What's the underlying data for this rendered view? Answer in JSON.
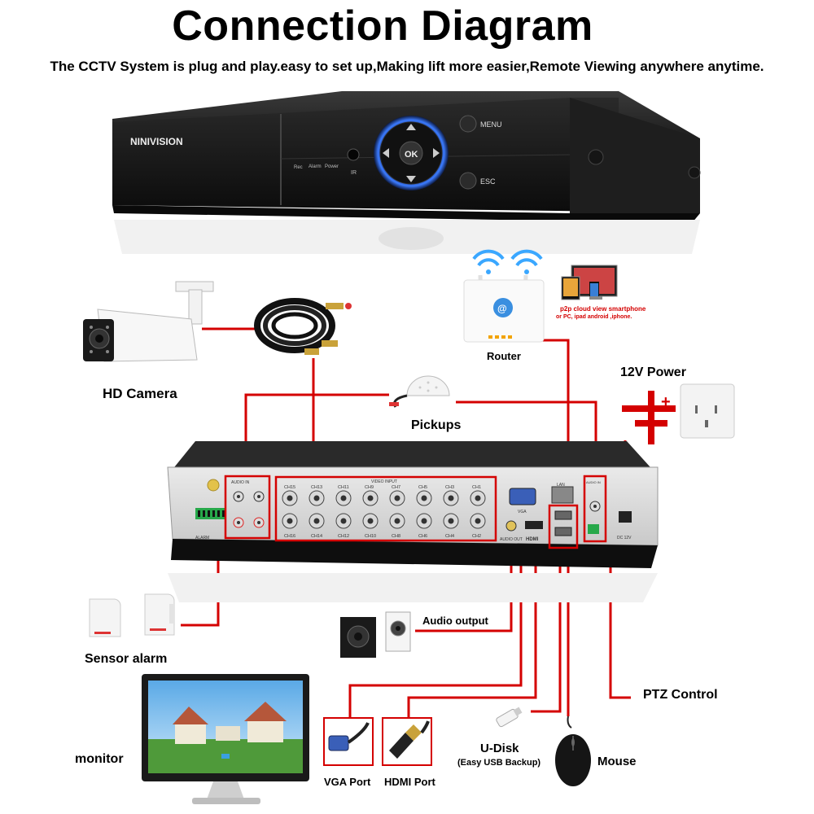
{
  "title": "Connection Diagram",
  "subtitle": "The CCTV System is plug and play.easy to set up,Making lift more easier,Remote Viewing anywhere anytime.",
  "dvr_front": {
    "brand": "NINIVISION",
    "indicators": [
      "Rec",
      "Alarm",
      "Power"
    ],
    "ir": "IR",
    "ok": "OK",
    "menu": "MENU",
    "esc": "ESC"
  },
  "dvr_back": {
    "audio_in_label": "AUDIO IN",
    "video_input_label": "VIDEO INPUT",
    "audio_in_right_label": "AUDIO IN",
    "alarm_label": "ALARM",
    "audio_out_label": "AUDIO OUT",
    "vga_label": "VGA",
    "hdmi_label": "HDMI",
    "lan_label": "LAN",
    "dc_label": "DC 12V",
    "channels_top": [
      "CH15",
      "CH13",
      "CH11",
      "CH9",
      "CH7",
      "CH5",
      "CH3",
      "CH1"
    ],
    "channels_bottom": [
      "CH16",
      "CH14",
      "CH12",
      "CH10",
      "CH8",
      "CH6",
      "CH4",
      "CH2"
    ]
  },
  "labels": {
    "hd_camera": "HD Camera",
    "router": "Router",
    "p2p_line1": "p2p cloud  view smartphone",
    "p2p_line2": "or PC, ipad android ,iphone.",
    "power": "12V Power",
    "pickups": "Pickups",
    "sensor_alarm": "Sensor alarm",
    "audio_output": "Audio output",
    "ptz_control": "PTZ Control",
    "monitor": "monitor",
    "vga_port": "VGA Port",
    "hdmi_port": "HDMI Port",
    "udisk": "U-Disk",
    "udisk_sub": "(Easy USB Backup)",
    "mouse": "Mouse"
  },
  "colors": {
    "wire": "#d40000",
    "dvr_body": "#1c1c1c",
    "accent_blue": "#2e6cff"
  }
}
